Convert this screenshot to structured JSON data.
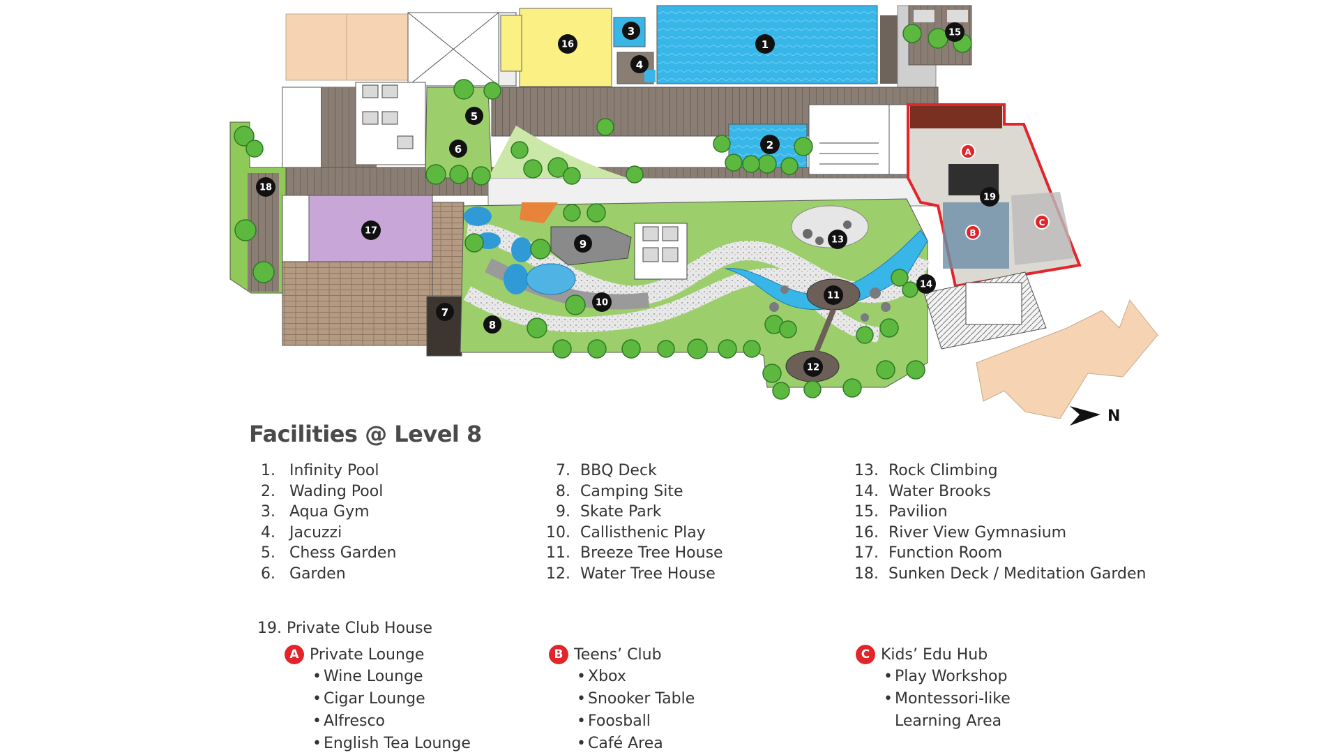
{
  "title": "Facilities @ Level 8",
  "markers": {
    "m1": "1",
    "m2": "2",
    "m3": "3",
    "m4": "4",
    "m5": "5",
    "m6": "6",
    "m7": "7",
    "m8": "8",
    "m9": "9",
    "m10": "10",
    "m11": "11",
    "m12": "12",
    "m13": "13",
    "m14": "14",
    "m15": "15",
    "m16": "16",
    "m17": "17",
    "m18": "18",
    "m19": "19",
    "mA": "A",
    "mB": "B",
    "mC": "C"
  },
  "compass": "N",
  "facilities": [
    {
      "num": "1.",
      "name": "Infinity Pool"
    },
    {
      "num": "2.",
      "name": "Wading Pool"
    },
    {
      "num": "3.",
      "name": "Aqua Gym"
    },
    {
      "num": "4.",
      "name": "Jacuzzi"
    },
    {
      "num": "5.",
      "name": "Chess Garden"
    },
    {
      "num": "6.",
      "name": "Garden"
    },
    {
      "num": "7.",
      "name": "BBQ Deck"
    },
    {
      "num": "8.",
      "name": "Camping Site"
    },
    {
      "num": "9.",
      "name": "Skate Park"
    },
    {
      "num": "10.",
      "name": "Callisthenic Play"
    },
    {
      "num": "11.",
      "name": "Breeze Tree House"
    },
    {
      "num": "12.",
      "name": "Water Tree House"
    },
    {
      "num": "13.",
      "name": "Rock Climbing"
    },
    {
      "num": "14.",
      "name": "Water Brooks"
    },
    {
      "num": "15.",
      "name": "Pavilion"
    },
    {
      "num": "16.",
      "name": "River View Gymnasium"
    },
    {
      "num": "17.",
      "name": "Function Room"
    },
    {
      "num": "18.",
      "name": "Sunken Deck / Meditation Garden"
    }
  ],
  "clubhouse": {
    "label": "19.  Private Club House",
    "sections": [
      {
        "badge": "A",
        "name": "Private Lounge",
        "items": [
          "Wine Lounge",
          "Cigar Lounge",
          "Alfresco",
          "English Tea Lounge"
        ]
      },
      {
        "badge": "B",
        "name": "Teens’ Club",
        "items": [
          "Xbox",
          "Snooker Table",
          "Foosball",
          "Café Area"
        ]
      },
      {
        "badge": "C",
        "name": "Kids’ Edu Hub",
        "items": [
          "Play Workshop",
          "Montessori-like",
          "Learning Area"
        ]
      }
    ]
  },
  "bullet": "•"
}
